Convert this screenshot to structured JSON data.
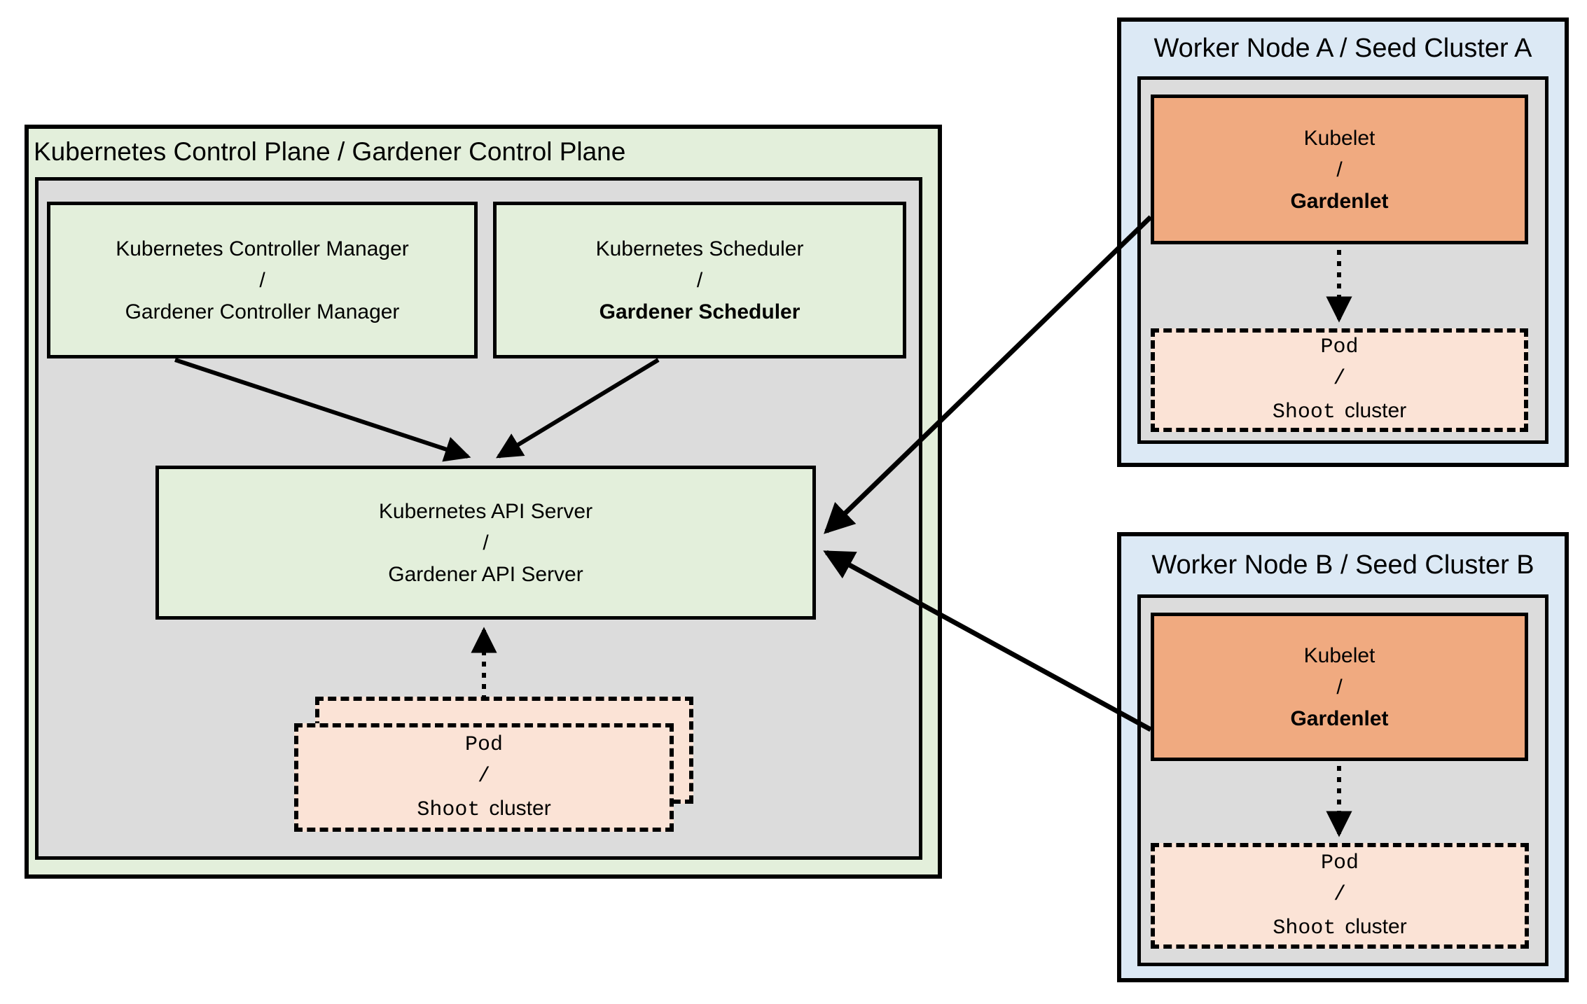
{
  "colors": {
    "green": "#e3efdb",
    "gray": "#dcdcdc",
    "blue": "#dce9f5",
    "orange": "#f0aa80",
    "peach": "#fbe3d6",
    "border": "#000000",
    "bg": "#ffffff"
  },
  "control_plane": {
    "title": "Kubernetes Control Plane / Gardener Control Plane",
    "controller_manager": {
      "top": "Kubernetes Controller Manager",
      "slash": "/",
      "bottom": "Gardener Controller Manager"
    },
    "scheduler": {
      "top": "Kubernetes Scheduler",
      "slash": "/",
      "bottom": "Gardener Scheduler"
    },
    "api_server": {
      "top": "Kubernetes API Server",
      "slash": "/",
      "bottom": "Gardener API Server"
    },
    "pod": {
      "top": "Pod",
      "slash": "/",
      "bottom_mono": "Shoot",
      "bottom_sans": "cluster"
    }
  },
  "worker_nodes": [
    {
      "title": "Worker Node A / Seed Cluster A",
      "kubelet": {
        "top": "Kubelet",
        "slash": "/",
        "bottom": "Gardenlet"
      },
      "pod": {
        "top": "Pod",
        "slash": "/",
        "bottom_mono": "Shoot",
        "bottom_sans": "cluster"
      }
    },
    {
      "title": "Worker Node B / Seed Cluster B",
      "kubelet": {
        "top": "Kubelet",
        "slash": "/",
        "bottom": "Gardenlet"
      },
      "pod": {
        "top": "Pod",
        "slash": "/",
        "bottom_mono": "Shoot",
        "bottom_sans": "cluster"
      }
    }
  ]
}
